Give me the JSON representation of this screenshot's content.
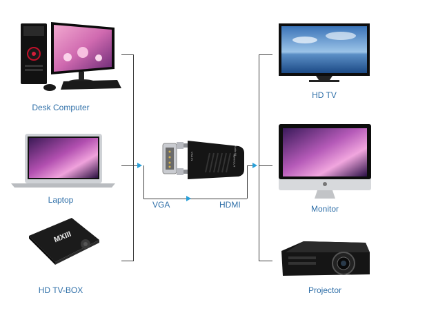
{
  "sources": [
    {
      "label": "Desk Computer",
      "icon": "desktop-computer-icon"
    },
    {
      "label": "Laptop",
      "icon": "laptop-icon"
    },
    {
      "label": "HD TV-BOX",
      "icon": "tv-box-icon"
    }
  ],
  "destinations": [
    {
      "label": "HD TV",
      "icon": "hd-tv-icon"
    },
    {
      "label": "Monitor",
      "icon": "monitor-icon"
    },
    {
      "label": "Projector",
      "icon": "projector-icon"
    }
  ],
  "adapter": {
    "input_label": "VGA",
    "output_label": "HDMI",
    "port_text_1": "VGA IN",
    "port_text_2": "HDMI OUT",
    "port_text_3": "Audio IN",
    "icon": "vga-to-hdmi-adapter-icon"
  },
  "tvbox": {
    "brand": "MXIII"
  },
  "colors": {
    "label": "#2f6fa8",
    "arrow": "#2aa0d8",
    "line": "#3a3a3a"
  }
}
